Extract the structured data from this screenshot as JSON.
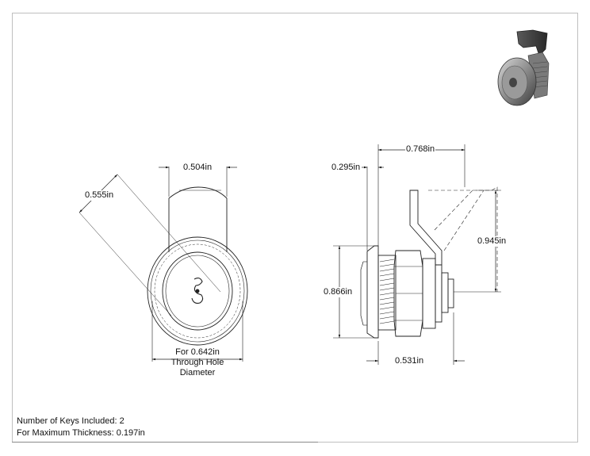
{
  "dimensions": {
    "front_width": "0.504in",
    "front_diagonal": "0.555in",
    "hole_line1": "For 0.642in",
    "hole_line2": "Through Hole",
    "hole_line3": "Diameter",
    "side_offset": "0.295in",
    "side_overall": "0.768in",
    "cam_height": "0.945in",
    "body_height": "0.866in",
    "body_depth": "0.531in"
  },
  "specs": {
    "keys_included": "Number of Keys Included: 2",
    "max_thickness": "For Maximum Thickness: 0.197in"
  }
}
